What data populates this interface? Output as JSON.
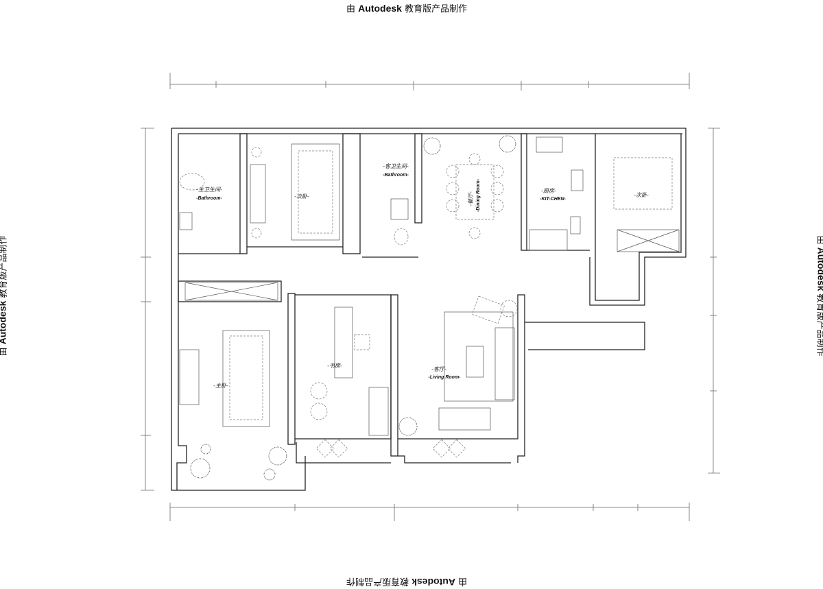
{
  "watermark": {
    "prefix": "由",
    "brand": "Autodesk",
    "suffix": "教育版产品制作"
  },
  "rooms": {
    "master_bath": {
      "cn": "-主卫生间-",
      "en": "-Bathroom-"
    },
    "bedroom_2": {
      "cn": "-次卧-"
    },
    "guest_bath": {
      "cn": "-客卫生间-",
      "en": "-Bathroom-"
    },
    "dining": {
      "cn": "-餐厅-",
      "en": "-Dining Room-"
    },
    "kitchen": {
      "cn": "-厨房-",
      "en": "-KIT-CHEN-"
    },
    "bedroom_3": {
      "cn": "-次卧-"
    },
    "master_bedroom": {
      "cn": "-主卧-"
    },
    "study": {
      "cn": "-书房-"
    },
    "living": {
      "cn": "-客厅-",
      "en": "-Living Room-"
    }
  }
}
